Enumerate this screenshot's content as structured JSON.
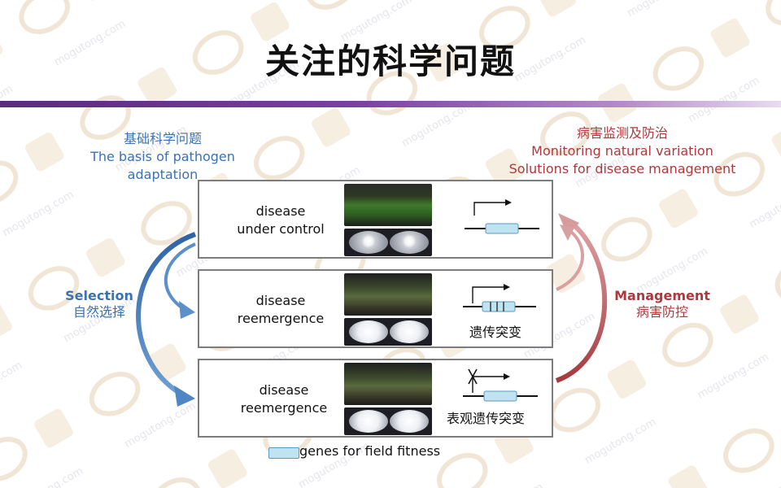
{
  "slide": {
    "title": "关注的科学问题",
    "left_heading": [
      "基础科学问题",
      "The basis of pathogen",
      "adaptation"
    ],
    "right_heading": [
      "病害监测及防治",
      "Monitoring natural variation",
      "Solutions for disease management"
    ],
    "selection": {
      "en": "Selection",
      "zh": "自然选择"
    },
    "management": {
      "en": "Management",
      "zh": "病害防控"
    },
    "panels": [
      {
        "label": [
          "disease",
          "under control"
        ],
        "gene_note": ""
      },
      {
        "label": [
          "disease",
          "reemergence"
        ],
        "gene_note": "遗传突变"
      },
      {
        "label": [
          "disease",
          "reemergence"
        ],
        "gene_note": "表观遗传突变"
      }
    ],
    "legend": "genes for field fitness",
    "watermark": "mogutong.com",
    "colors": {
      "accent_blue": "#3a72b4",
      "accent_red": "#b0383c",
      "title_bar": "#6b3591"
    }
  }
}
